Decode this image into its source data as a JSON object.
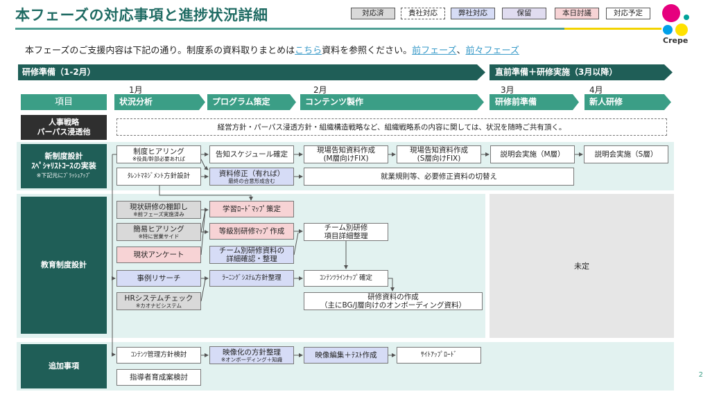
{
  "title": "本フェーズの対応事項と進捗状況詳細",
  "legend": [
    {
      "label": "対応済",
      "style": "gray"
    },
    {
      "label": "貴社対応",
      "style": "dashed"
    },
    {
      "label": "弊社対応",
      "style": "blue"
    },
    {
      "label": "保留",
      "style": "lavender"
    },
    {
      "label": "本日討議",
      "style": "pink"
    },
    {
      "label": "対応予定",
      "style": "white"
    }
  ],
  "logo": {
    "text": "Crepe",
    "colors": [
      "#e6007e",
      "#00a0e9",
      "#ffe100",
      "#00a29a"
    ]
  },
  "intro": {
    "text_before": "本フェーズのご支援内容は下記の通り。制度系の資料取りまとめは",
    "link1": "こちら",
    "text_middle": "資料を参照ください。",
    "link2": "前フェーズ",
    "sep": "、",
    "link3": "前々フェーズ"
  },
  "phases": {
    "p1": "研修準備（1-2月）",
    "p2": "直前準備＋研修実施（3月以降）"
  },
  "months": {
    "m1": "1月",
    "m2": "2月",
    "m3": "3月",
    "m4": "4月"
  },
  "koumoku": "項目",
  "steps": {
    "s1": "状況分析",
    "s2": "プログラム策定",
    "s3": "コンテンツ製作",
    "s4": "研修前準備",
    "s5": "新人研修"
  },
  "rows": {
    "r1": {
      "line1": "人事戦略",
      "line2": "パーパス浸透他"
    },
    "r2": {
      "line1": "新制度設計",
      "line2": "ｽﾍﾟｼｬﾘｽﾄｺｰｽの実装",
      "sub": "※下記元にﾌﾞﾗｯｼｭｱｯﾌﾟ"
    },
    "r3": {
      "line1": "教育制度設計"
    },
    "r4": {
      "line1": "追加事項"
    }
  },
  "r1_note": "経営方針・パーパス浸透方針・組織構造戦略など、組織戦略系の内容に関しては、状況を随時ご共有頂く。",
  "r2_boxes": {
    "b1": {
      "main": "制度ヒアリング",
      "sub": "※役員/幹部必要あれば"
    },
    "b2": {
      "main": "告知スケジュール確定"
    },
    "b3": {
      "main": "現場告知資料作成",
      "sub2": "(M層向けFIX)"
    },
    "b4": {
      "main": "現場告知資料作成",
      "sub2": "(S層向けFIX)"
    },
    "b5": {
      "main": "説明会実施（M層）"
    },
    "b6": {
      "main": "説明会実施（S層）"
    },
    "b7": {
      "main": "ﾀﾚﾝﾄﾏﾈｼﾞﾒﾝﾄ方針設計"
    },
    "b8": {
      "main": "資料修正（有れば）",
      "sub": "最終の合意形成含む"
    },
    "b9": {
      "main": "就業規則等、必要修正資料の切替え"
    }
  },
  "r3_boxes": {
    "c1": {
      "main": "現状研修の棚卸し",
      "sub": "※前フェーズ実施済み"
    },
    "c2": {
      "main": "簡易ヒアリング",
      "sub": "※特に営業サイド"
    },
    "c3": {
      "main": "現状アンケート"
    },
    "c4": {
      "main": "事例リサーチ"
    },
    "c5": {
      "main": "HRシステムチェック",
      "sub": "※カオナビシステム"
    },
    "c6": {
      "main": "学習ﾛｰﾄﾞﾏｯﾌﾟ策定"
    },
    "c7": {
      "main": "等級別研修ﾏｯﾌﾟ作成"
    },
    "c8": {
      "main": "チーム別研修資料の",
      "main2": "詳細確認・整理"
    },
    "c9": {
      "main": "ﾗｰﾆﾝｸﾞｼｽﾃﾑ方針整理"
    },
    "c10": {
      "main": "チーム別研修",
      "main2": "項目詳細整理"
    },
    "c11": {
      "main": "ｺﾝﾃﾝﾂﾗｲﾝﾅｯﾌﾟ確定"
    },
    "c12": {
      "main": "研修資料の作成",
      "main2": "（主にBG/J層向けのオンボーディング資料）"
    },
    "mitei": "未定"
  },
  "r4_boxes": {
    "d1": {
      "main": "ｺﾝﾃﾝﾂ管理方針検討"
    },
    "d2": {
      "main": "映像化の方針整理",
      "sub": "※オンボーディング＋知識"
    },
    "d3": {
      "main": "映像編集＋ﾃｽﾄ作成"
    },
    "d4": {
      "main": "ｻｲﾄｱｯﾌﾟﾛｰﾄﾞ"
    },
    "d5": {
      "main": "指導者育成案検討"
    }
  },
  "page_number": "2"
}
